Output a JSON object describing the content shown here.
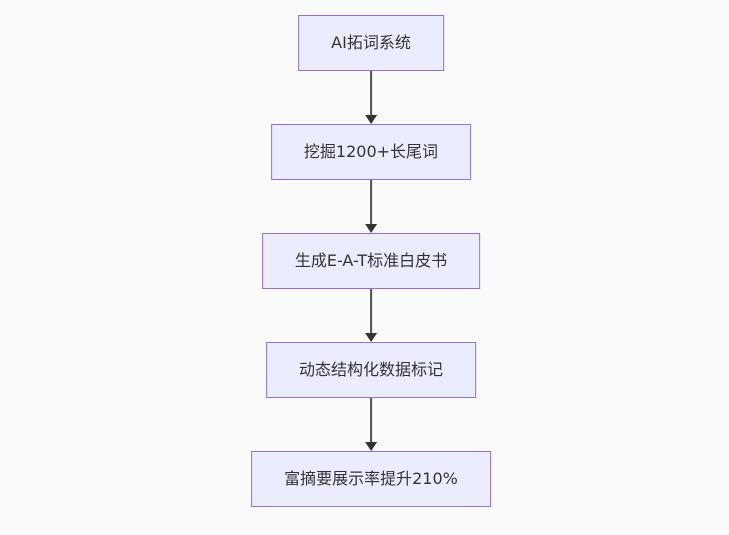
{
  "diagram": {
    "type": "flowchart-vertical",
    "background_color": "#fafafa",
    "node_fill_color": "#ECECFF",
    "node_border_color": "#9370DB",
    "node_text_color": "#333333",
    "arrow_color": "#333333",
    "nodes": [
      {
        "label": "AI拓词系统"
      },
      {
        "label": "挖掘1200+长尾词"
      },
      {
        "label": "生成E-A-T标准白皮书"
      },
      {
        "label": "动态结构化数据标记"
      },
      {
        "label": "富摘要展示率提升210%"
      }
    ]
  }
}
